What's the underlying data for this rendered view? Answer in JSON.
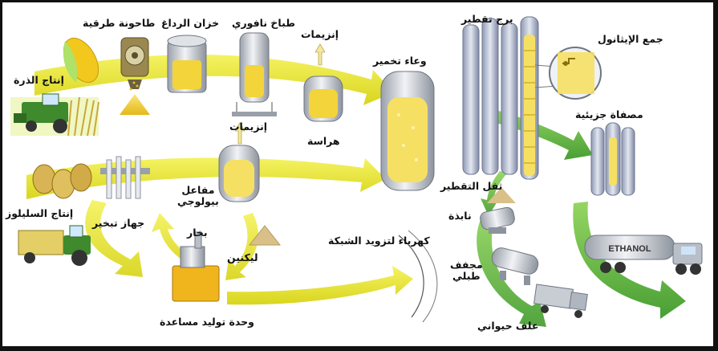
{
  "colors": {
    "arrow_yellow": "#e9e41c",
    "arrow_green": "#5fb13a",
    "grain": "#f3d43a",
    "steel": "#c8ccd3",
    "column_blue": "#a9b3c9"
  },
  "labels": {
    "corn_production": "إنتاج الذرة",
    "hammer_mill": "طاحونة طرقية",
    "stillage_tank": "خزان الرداغ",
    "jet_cooker": "طباخ نافوري",
    "enzymes_top": "إنزيمات",
    "fermentation_tank": "وعاء تخمير",
    "distillation_tower": "برج تقطير",
    "ethanol_collection": "جمع الإيثانول",
    "molecular_sieve": "مصفاة جزيئية",
    "mash": "هراسة",
    "enzymes_bottom": "إنزيمات",
    "distillation_residue": "ثفل التقطير",
    "bioreactors_line1": "مفاعل",
    "bioreactors_line2": "بيولوجي",
    "cellulose_production": "إنتاج السليلوز",
    "steam_unit": "جهاز تبخير",
    "steam": "بخار",
    "lignin": "ليكنين",
    "grid_electricity": "كهرباء لتزويد الشبكة",
    "centrifuge": "نابذة",
    "drum_dryer_line1": "مجفف",
    "drum_dryer_line2": "طبلي",
    "cogeneration_unit": "وحدة توليد مساعدة",
    "animal_feed": "علف حيواني",
    "tanker_text": "ETHANOL"
  }
}
